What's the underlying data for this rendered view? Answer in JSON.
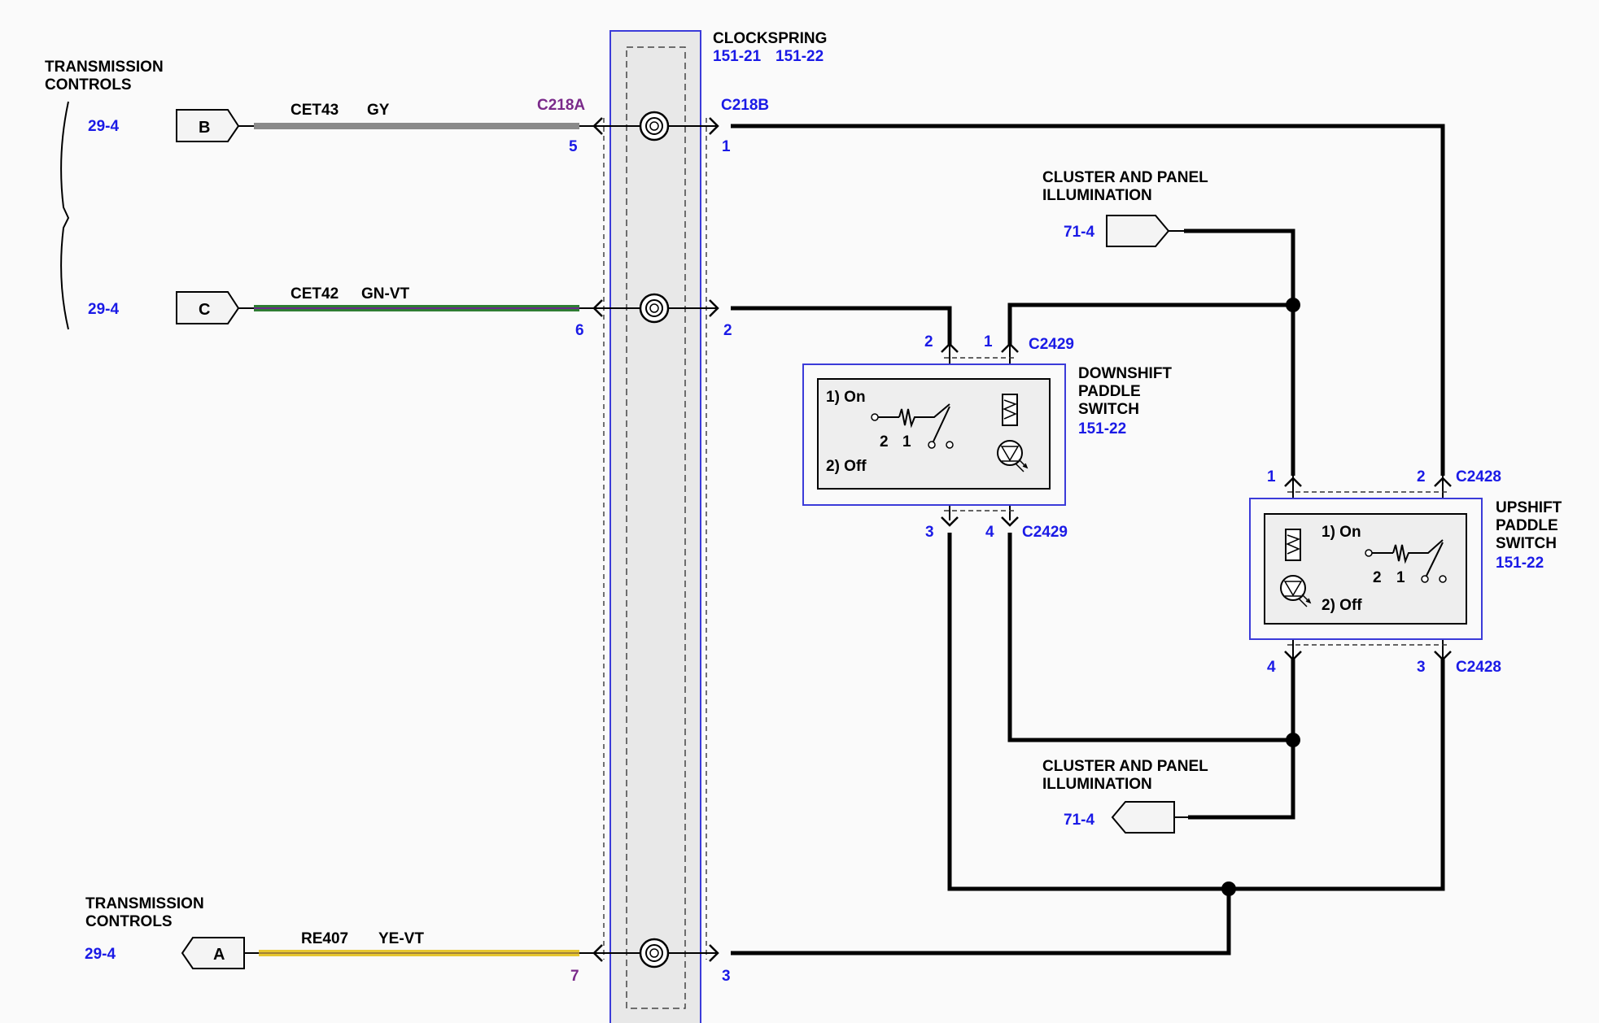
{
  "labels": {
    "trans_controls_top": [
      "TRANSMISSION",
      "CONTROLS"
    ],
    "trans_controls_bottom": [
      "TRANSMISSION",
      "CONTROLS"
    ],
    "ref_b": "29-4",
    "ref_c": "29-4",
    "ref_a": "29-4",
    "conn_b": "B",
    "conn_c": "C",
    "conn_a": "A",
    "wire_b_name": "CET43",
    "wire_b_color": "GY",
    "wire_c_name": "CET42",
    "wire_c_color": "GN-VT",
    "wire_a_name": "RE407",
    "wire_a_color": "YE-VT",
    "clockspring_title": "CLOCKSPRING",
    "clockspring_ref1": "151-21",
    "clockspring_ref2": "151-22",
    "c218a": "C218A",
    "c218b": "C218B",
    "pin_5": "5",
    "pin_6": "6",
    "pin_7": "7",
    "pin_1": "1",
    "pin_2": "2",
    "pin_3": "3",
    "cluster_top": [
      "CLUSTER AND PANEL",
      "ILLUMINATION"
    ],
    "cluster_top_ref": "71-4",
    "cluster_bottom": [
      "CLUSTER AND PANEL",
      "ILLUMINATION"
    ],
    "cluster_bottom_ref": "71-4",
    "c2429": "C2429",
    "c2429b": "C2429",
    "c2428": "C2428",
    "c2428b": "C2428",
    "down_pin_2": "2",
    "down_pin_1": "1",
    "down_pin_3": "3",
    "down_pin_4": "4",
    "up_pin_1": "1",
    "up_pin_2": "2",
    "up_pin_4": "4",
    "up_pin_3": "3",
    "downshift": [
      "DOWNSHIFT",
      "PADDLE",
      "SWITCH"
    ],
    "downshift_ref": "151-22",
    "upshift": [
      "UPSHIFT",
      "PADDLE",
      "SWITCH"
    ],
    "upshift_ref": "151-22",
    "sw_on": "1) On",
    "sw_off": "2) Off",
    "sw_2": "2",
    "sw_1": "1"
  },
  "colors": {
    "gray_wire": "#8a8a8a",
    "green_wire": "#2e7d32",
    "yellow_wire": "#e6c62e",
    "ref_blue": "#1a1ae6",
    "connector_purple": "#7a2a8a",
    "box_blue": "#3b3bd9"
  }
}
